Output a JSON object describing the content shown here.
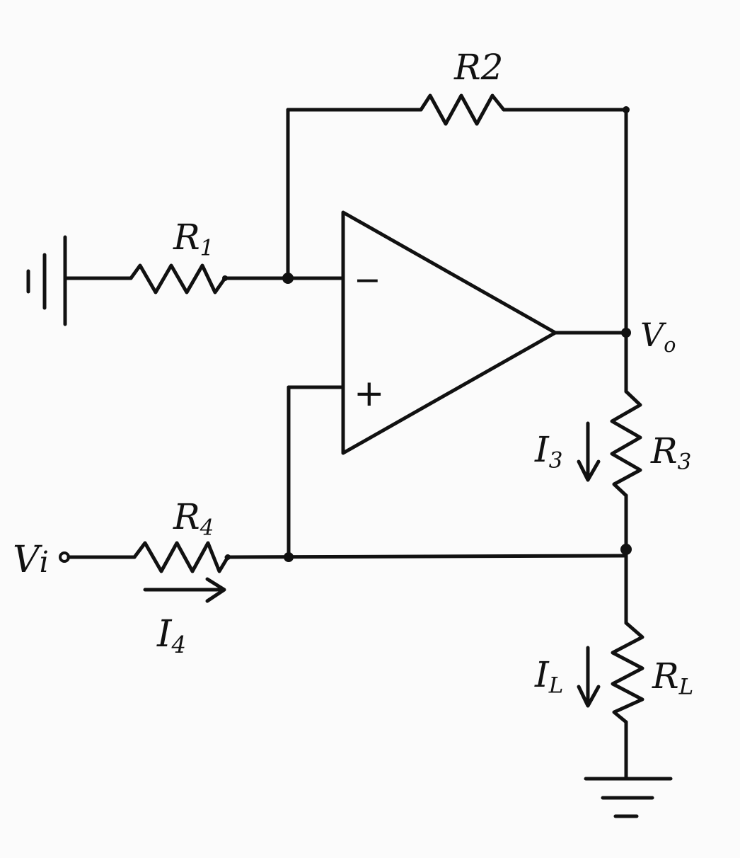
{
  "diagram": {
    "components": {
      "r1": {
        "letter": "R",
        "sub": "1"
      },
      "r2": {
        "letter": "R",
        "sub": "2"
      },
      "r3": {
        "letter": "R",
        "sub": "3"
      },
      "r4": {
        "letter": "R",
        "sub": "4"
      },
      "rl": {
        "letter": "R",
        "sub": "L"
      }
    },
    "nodes": {
      "vo": {
        "letter": "V",
        "sub": "o"
      },
      "vi": {
        "letter": "V",
        "sub": "i"
      }
    },
    "currents": {
      "i3": {
        "letter": "I",
        "sub": "3"
      },
      "i4": {
        "letter": "I",
        "sub": "4"
      },
      "il": {
        "letter": "I",
        "sub": "L"
      }
    },
    "opamp": {
      "minus": "−",
      "plus": "+"
    }
  }
}
